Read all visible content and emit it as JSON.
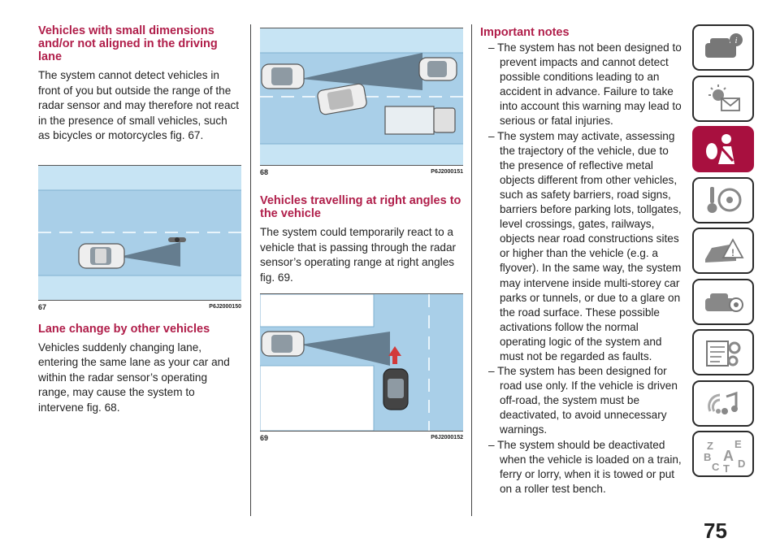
{
  "col1": {
    "heading1": "Vehicles with small dimensions and/or not aligned in the driving lane",
    "para1": "The system cannot detect vehicles in front of you but outside the range of the radar sensor and may therefore not react in the presence of small vehicles, such as bicycles or motorcycles fig. 67.",
    "fig67": {
      "number": "67",
      "code": "P6J2000150"
    },
    "heading2": "Lane change by other vehicles",
    "para2": "Vehicles suddenly changing lane, entering the same lane as your car and within the radar sensor’s operating range, may cause the system to intervene fig. 68."
  },
  "col2": {
    "fig68": {
      "number": "68",
      "code": "P6J2000151"
    },
    "heading": "Vehicles travelling at right angles to the vehicle",
    "para": "The system could temporarily react to a vehicle that is passing through the radar sensor’s operating range at right angles fig. 69.",
    "fig69": {
      "number": "69",
      "code": "P6J2000152"
    }
  },
  "col3": {
    "heading": "Important notes",
    "notes": [
      "– The system has not been designed to prevent impacts and cannot detect possible conditions leading to an accident in advance. Failure to take into account this warning may lead to serious or fatal injuries.",
      "– The system may activate, assessing the trajectory of the vehicle, due to the presence of reflective metal objects different from other vehicles, such as safety barriers, road signs, barriers before parking lots, tollgates, level crossings, gates, railways, objects near road constructions sites or higher than the vehicle (e.g. a flyover). In the same way, the system may intervene inside multi-storey car parks or tunnels, or due to a glare on the road surface. These possible activations follow the normal operating logic of the system and must not be regarded as faults.",
      "– The system has been designed for road use only. If the vehicle is driven off-road, the system must be deactivated, to avoid unnecessary warnings.",
      "– The system should be deactivated when the vehicle is loaded on a train, ferry or lorry, when it is towed or put on a roller test bench."
    ]
  },
  "sidebar": {
    "tabs": [
      {
        "icon": "car-info-icon",
        "active": false
      },
      {
        "icon": "warning-lights-icon",
        "active": false
      },
      {
        "icon": "airbag-seatbelt-icon",
        "active": true
      },
      {
        "icon": "key-steering-wheel-icon",
        "active": false
      },
      {
        "icon": "car-emergency-icon",
        "active": false
      },
      {
        "icon": "car-maintenance-icon",
        "active": false
      },
      {
        "icon": "technical-data-icon",
        "active": false
      },
      {
        "icon": "multimedia-icon",
        "active": false
      },
      {
        "icon": "index-icon",
        "active": false
      }
    ],
    "index_letters": [
      "Z",
      "E",
      "B",
      "A",
      "C",
      "D",
      "T"
    ]
  },
  "page_number": "75",
  "colors": {
    "accent": "#b01e4a",
    "active_tab": "#a8103f",
    "road": "#a9cfe8",
    "road_edge": "#c7e4f4"
  }
}
